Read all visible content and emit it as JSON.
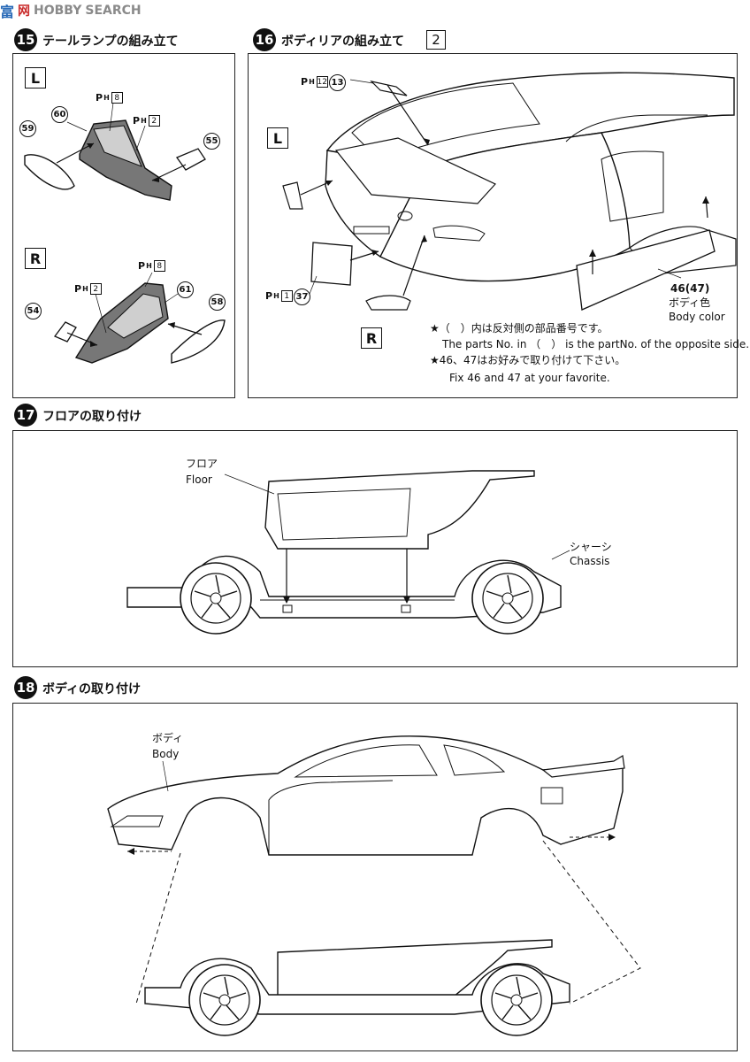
{
  "watermark": {
    "brand_cjk_1": "富",
    "brand_cjk_2": "网",
    "text": "SEARCH",
    "middle": "HOBBY"
  },
  "steps": [
    {
      "number": "15",
      "title": "テールランプの組み立て"
    },
    {
      "number": "16",
      "title": "ボディリアの組み立て",
      "box": "2"
    },
    {
      "number": "17",
      "title": "フロアの取り付け"
    },
    {
      "number": "18",
      "title": "ボディの取り付け"
    }
  ],
  "step15": {
    "left_tag": "L",
    "right_tag": "R",
    "parts_left": [
      "59",
      "60",
      "55"
    ],
    "parts_right": [
      "54",
      "61",
      "58"
    ],
    "ph_left_a": {
      "prefix": "P",
      "sub": "H",
      "num": "8"
    },
    "ph_left_b": {
      "prefix": "P",
      "sub": "H",
      "num": "2"
    },
    "ph_right_a": {
      "prefix": "P",
      "sub": "H",
      "num": "8"
    },
    "ph_right_b": {
      "prefix": "P",
      "sub": "H",
      "num": "2"
    }
  },
  "step16": {
    "left_tag": "L",
    "right_tag": "R",
    "ph_top": {
      "prefix": "P",
      "sub": "H",
      "num": "12",
      "part": "13"
    },
    "ph_bottom": {
      "prefix": "P",
      "sub": "H",
      "num": "1",
      "part": "37"
    },
    "side_parts": "46(47)",
    "body_color_jp": "ボディ色",
    "body_color_en": "Body color",
    "note1_jp": "★（　）内は反対側の部品番号です。",
    "note1_en": "The parts No. in （　） is the partNo. of the opposite side.",
    "note2_jp": "★46、47はお好みで取り付けて下さい。",
    "note2_en": "Fix 46 and 47 at your favorite."
  },
  "step17": {
    "floor_jp": "フロア",
    "floor_en": "Floor",
    "chassis_jp": "シャーシ",
    "chassis_en": "Chassis"
  },
  "step18": {
    "body_jp": "ボディ",
    "body_en": "Body"
  },
  "colors": {
    "ink": "#111111",
    "accent_blue": "#2a6bb8",
    "accent_red": "#c92a2a"
  }
}
